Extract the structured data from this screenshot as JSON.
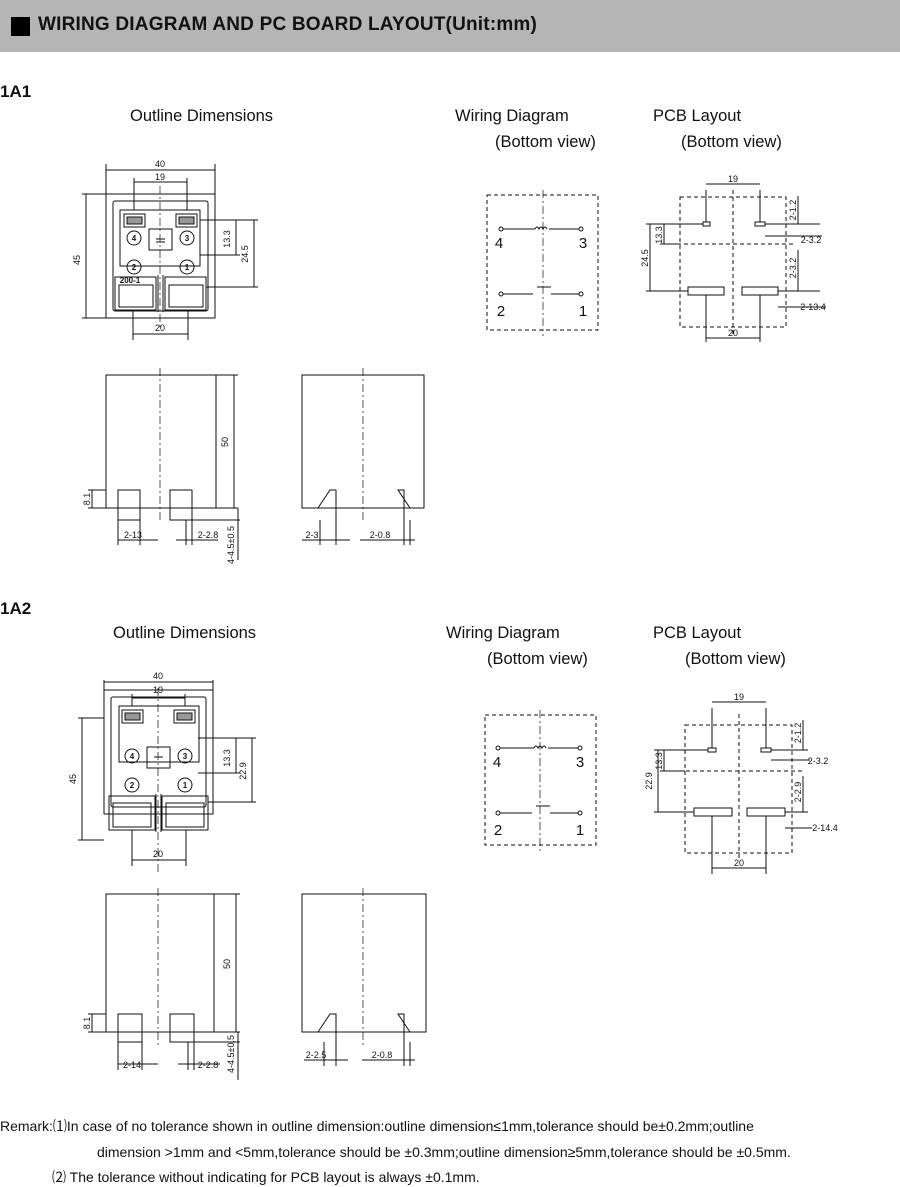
{
  "header": {
    "title": "WIRING DIAGRAM AND PC BOARD LAYOUT(Unit:mm)"
  },
  "sections": [
    {
      "id": "1A1",
      "labels": {
        "outline": "Outline Dimensions",
        "wiring": "Wiring Diagram",
        "wiring_view": "(Bottom view)",
        "pcb": "PCB Layout",
        "pcb_view": "(Bottom view)"
      },
      "outline": {
        "width": "40",
        "pin_pitch": "19",
        "height": "45",
        "dim_13_3": "13.3",
        "dim_24_5": "24.5",
        "bottom_pitch": "20",
        "model_text": "200-1"
      },
      "side": {
        "height": "50",
        "dim_8_1": "8.1",
        "pin_width": "2-13",
        "pin_thick": "2-2.8",
        "pin_length": "4-4.5±0.5",
        "side_pin": "2-3",
        "side_thick": "2-0.8"
      },
      "wiring": {
        "pin4": "4",
        "pin3": "3",
        "pin2": "2",
        "pin1": "1"
      },
      "pcb": {
        "top_pitch": "19",
        "bottom_pitch": "20",
        "dim_13_3": "13.3",
        "dim_24_5": "24.5",
        "hole_a": "2-1.2",
        "hole_b": "2-3.2",
        "hole_c": "2-3.2",
        "hole_d": "2-13.4"
      }
    },
    {
      "id": "1A2",
      "labels": {
        "outline": "Outline Dimensions",
        "wiring": "Wiring Diagram",
        "wiring_view": "(Bottom view)",
        "pcb": "PCB Layout",
        "pcb_view": "(Bottom view)"
      },
      "outline": {
        "width": "40",
        "pin_pitch": "19",
        "height": "45",
        "dim_13_3": "13.3",
        "dim_24_5": "22.9",
        "bottom_pitch": "20",
        "model_text": ""
      },
      "side": {
        "height": "50",
        "dim_8_1": "8.1",
        "pin_width": "2-14",
        "pin_thick": "2-2.8",
        "pin_length": "4-4.5±0.5",
        "side_pin": "2-2.5",
        "side_thick": "2-0.8"
      },
      "wiring": {
        "pin4": "4",
        "pin3": "3",
        "pin2": "2",
        "pin1": "1"
      },
      "pcb": {
        "top_pitch": "19",
        "bottom_pitch": "20",
        "dim_13_3": "13.3",
        "dim_24_5": "22.9",
        "hole_a": "2-1.2",
        "hole_b": "2-3.2",
        "hole_c": "2-2.9",
        "hole_d": "2-14.4"
      }
    }
  ],
  "remarks": {
    "line1": "Remark:⑴In case of no tolerance shown in outline dimension:outline dimension≤1mm,tolerance should be±0.2mm;outline",
    "line2": "dimension >1mm and <5mm,tolerance should be ±0.3mm;outline dimension≥5mm,tolerance should be ±0.5mm.",
    "line3": "⑵ The tolerance without indicating for PCB layout is always ±0.1mm."
  }
}
